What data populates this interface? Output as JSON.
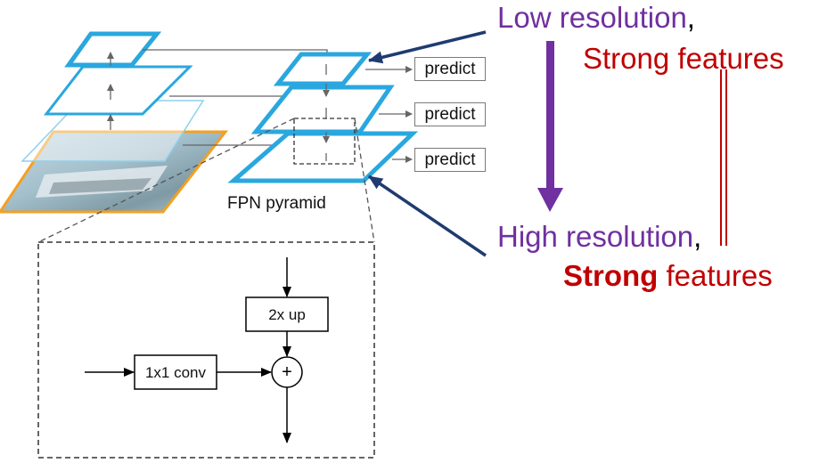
{
  "title_low": {
    "main": "Low resolution",
    "comma": ",",
    "sub": "Strong features"
  },
  "title_high": {
    "main": "High resolution",
    "comma": ",",
    "sub_bold": "Strong",
    "sub_rest": " features"
  },
  "fpn_label": "FPN pyramid",
  "predict_labels": [
    "predict",
    "predict",
    "predict"
  ],
  "block": {
    "upsample_label": "2x up",
    "conv_label": "1x1 conv",
    "sum_symbol": "+"
  },
  "colors": {
    "purple": "#7030a0",
    "dark_red": "#c00000",
    "fpn_blue": "#2aa7df",
    "image_frame_orange": "#f5a020",
    "navy_arrow": "#1f3b70"
  }
}
